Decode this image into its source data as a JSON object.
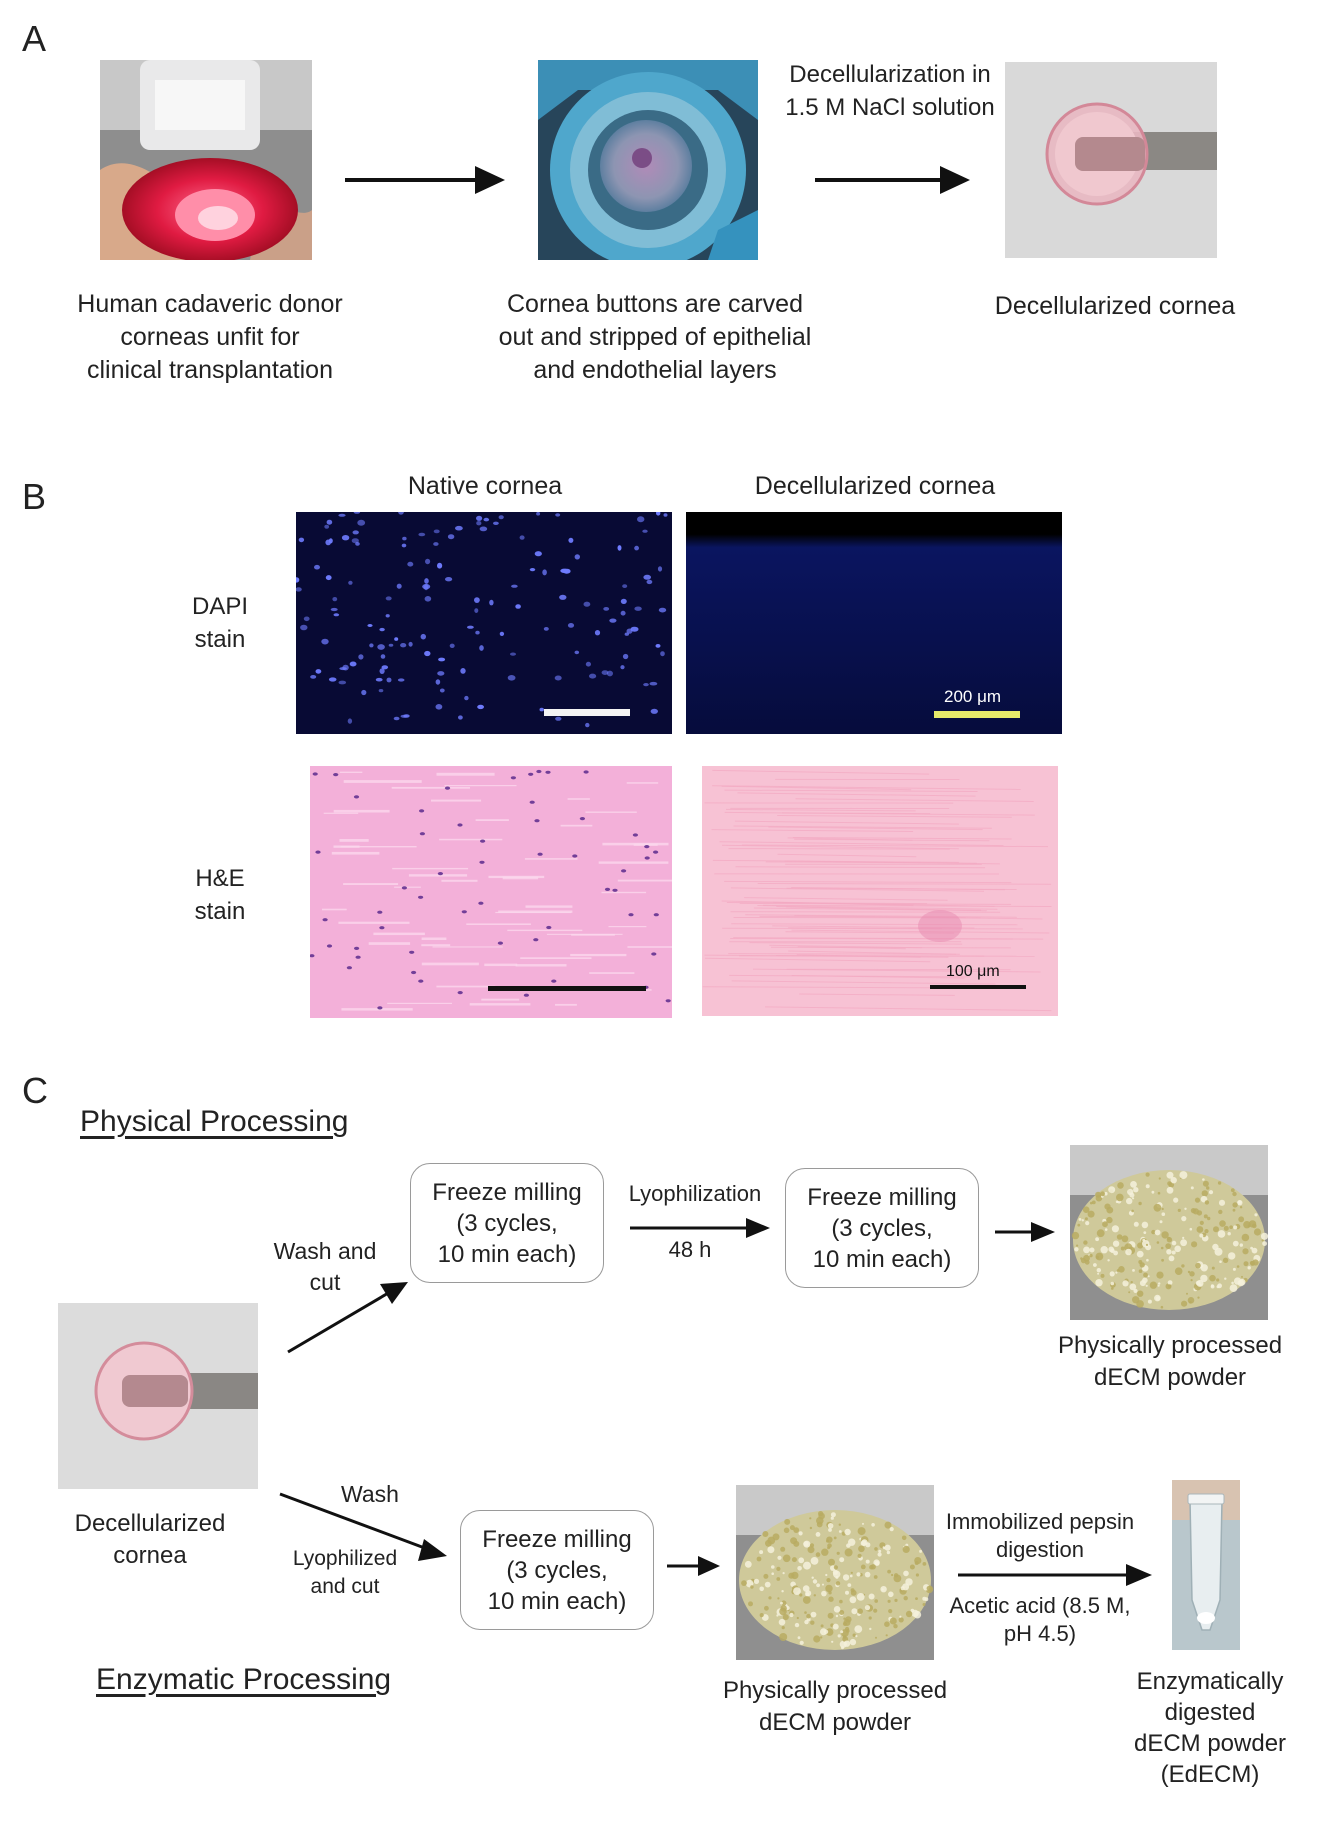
{
  "panel_a": {
    "letter": "A",
    "caption_1": [
      "Human cadaveric donor",
      "corneas unfit for",
      "clinical transplantation"
    ],
    "caption_2": [
      "Cornea buttons are carved",
      "out and stripped of epithelial",
      "and endothelial layers"
    ],
    "arrow_label": [
      "Decellularization",
      "in 1.5 M NaCl",
      "solution"
    ],
    "caption_3": "Decellularized cornea"
  },
  "panel_b": {
    "letter": "B",
    "col_native": "Native cornea",
    "col_decell": "Decellularized cornea",
    "row_dapi": [
      "DAPI",
      "stain"
    ],
    "row_he": [
      "H&E",
      "stain"
    ],
    "scale_dapi": "200 μm",
    "scale_he": "100 μm"
  },
  "panel_c": {
    "letter": "C",
    "physical_title": "Physical Processing",
    "enzymatic_title": "Enzymatic Processing",
    "start_caption": [
      "Decellularized",
      "cornea"
    ],
    "wash_cut": [
      "Wash",
      "and cut"
    ],
    "freeze_box_1": [
      "Freeze milling",
      "(3 cycles,",
      "10 min each)"
    ],
    "lyophilization": "Lyophilization",
    "hours": "48 h",
    "freeze_box_2": [
      "Freeze milling",
      "(3 cycles,",
      "10 min each)"
    ],
    "physical_result": [
      "Physically processed",
      "dECM powder"
    ],
    "wash": "Wash",
    "lyophilized_cut": [
      "Lyophilized",
      "and cut"
    ],
    "freeze_box_3": [
      "Freeze milling",
      "(3 cycles,",
      "10 min each)"
    ],
    "physical_result_2": [
      "Physically processed",
      "dECM powder"
    ],
    "pepsin": [
      "Immobilized pepsin",
      "digestion"
    ],
    "acetic": [
      "Acetic acid",
      "(8.5 M, pH 4.5)"
    ],
    "enzymatic_result": [
      "Enzymatically",
      "digested",
      "dECM powder",
      "(EdECM)"
    ]
  },
  "colors": {
    "arrow": "#111111",
    "dapi_bg": "#0a0c3a",
    "dapi_nuclei": "#6f7cff",
    "he_bg": "#f2a9d6",
    "cornea_pink": "#e8a9b6",
    "powder": "#d9d4a4"
  }
}
